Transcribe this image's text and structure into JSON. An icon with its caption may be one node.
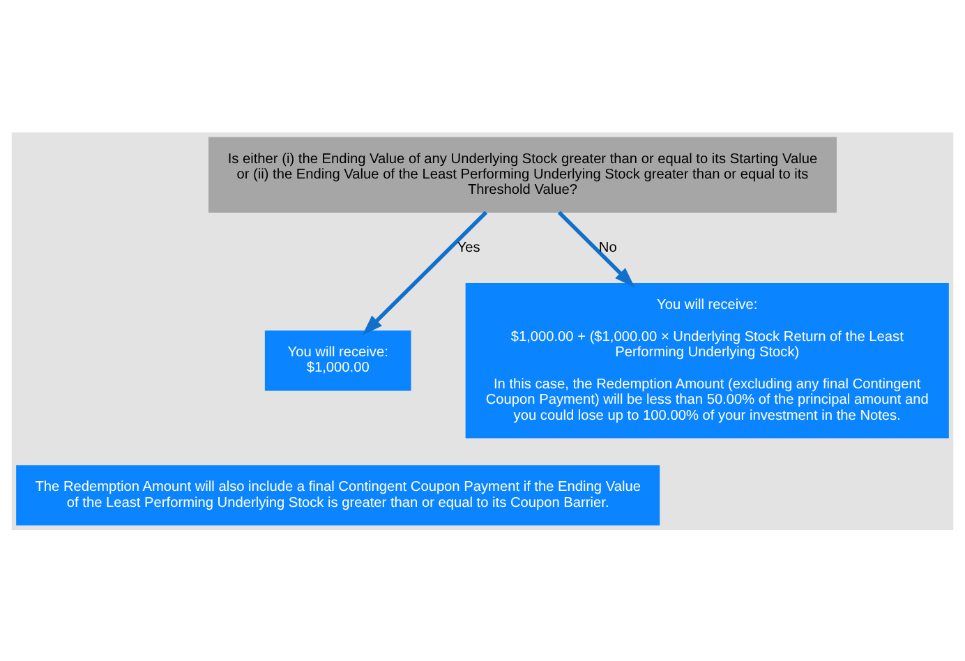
{
  "diagram": {
    "nodes": [
      {
        "text": [
          "Is either (i) the Ending Value of any Underlying Stock greater than or equal to its Starting Value or (ii) the Ending Value of the Least Performing Underlying Stock greater than or equal to its Threshold Value?"
        ]
      },
      {
        "text": [
          "You will receive: $1,000.00"
        ]
      },
      {
        "text": [
          "You will receive:",
          "$1,000.00 + ($1,000.00 × Underlying Stock Return of the Least Performing Underlying Stock)",
          "In this case, the Redemption Amount (excluding any final Contingent Coupon Payment) will be less than 50.00% of the principal amount and you could lose up to 100.00% of your investment in the Notes."
        ]
      },
      {
        "text": [
          "The Redemption Amount will also include a final Contingent Coupon Payment if the Ending Value of the Least Performing Underlying Stock is greater than or equal to its Coupon Barrier."
        ]
      }
    ],
    "edges": [
      {
        "from": 0,
        "to": 1,
        "arrow": "to",
        "label": "Yes"
      },
      {
        "from": 0,
        "to": 2,
        "arrow": "to",
        "label": "No"
      }
    ]
  }
}
